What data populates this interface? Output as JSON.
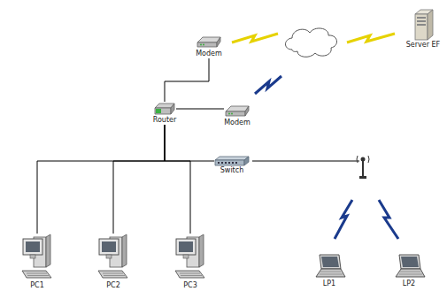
{
  "diagram": {
    "nodes": [
      {
        "text": [
          "Modem"
        ]
      },
      {
        "text": [
          "Server EF"
        ]
      },
      {
        "text": [
          "Router"
        ]
      },
      {
        "text": [
          "Modem"
        ]
      },
      {
        "text": [
          "Switch"
        ]
      },
      {
        "text": [
          "PC1"
        ]
      },
      {
        "text": [
          "PC2"
        ]
      },
      {
        "text": [
          "PC3"
        ]
      },
      {
        "text": [
          "LP1"
        ]
      },
      {
        "text": [
          "LP2"
        ]
      }
    ],
    "edges": [
      {
        "from": 0,
        "to": 2,
        "arrow": "none"
      },
      {
        "from": 2,
        "to": 3,
        "arrow": "none"
      },
      {
        "from": 2,
        "to": 5,
        "arrow": "none"
      },
      {
        "from": 2,
        "to": 6,
        "arrow": "none"
      },
      {
        "from": 2,
        "to": 7,
        "arrow": "none"
      },
      {
        "from": 2,
        "to": 4,
        "arrow": "none"
      }
    ]
  }
}
